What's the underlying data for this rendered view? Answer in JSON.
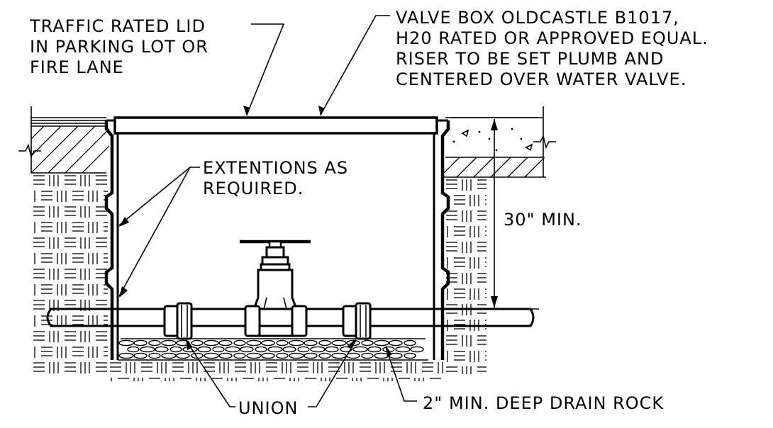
{
  "colors": {
    "ink": "#000000",
    "paper": "#ffffff"
  },
  "labels": {
    "lid_callout": [
      "TRAFFIC RATED LID",
      "IN PARKING LOT OR",
      "FIRE LANE"
    ],
    "valve_box_callout": [
      "VALVE BOX OLDCASTLE B1017,",
      "H20 RATED OR APPROVED EQUAL.",
      "RISER TO BE SET PLUMB AND",
      "CENTERED OVER WATER VALVE."
    ],
    "extensions_callout": [
      "EXTENTIONS AS",
      "REQUIRED."
    ],
    "depth_dimension": "30\" MIN.",
    "union_callout": "UNION",
    "drain_rock_callout": "2\" MIN. DEEP DRAIN ROCK"
  }
}
